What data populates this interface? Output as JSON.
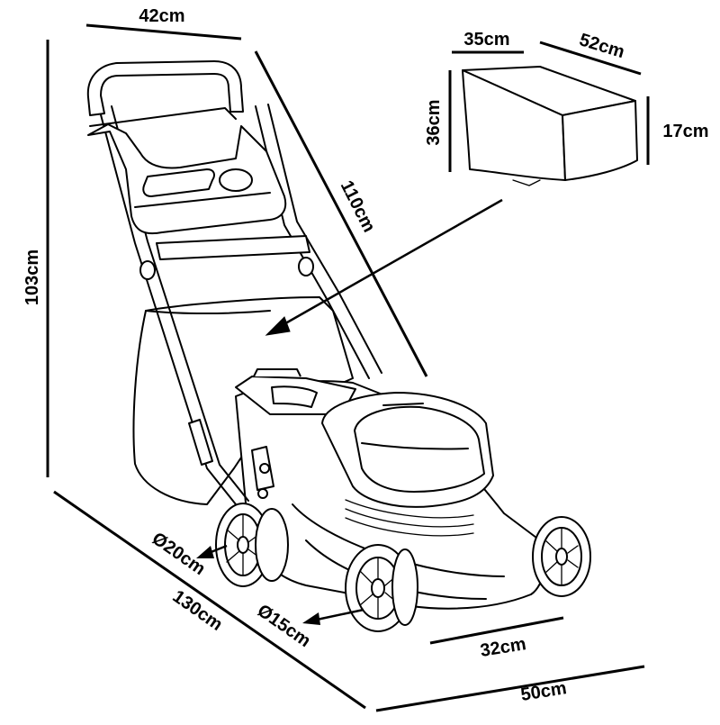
{
  "labels": {
    "handle_width": "42cm",
    "handle_length": "110cm",
    "total_height": "103cm",
    "total_length": "130cm",
    "total_width": "50cm",
    "cut_width": "32cm",
    "rear_wheel": "Ø20cm",
    "front_wheel": "Ø15cm",
    "box_depth": "35cm",
    "box_length": "52cm",
    "box_height_back": "36cm",
    "box_height_front": "17cm"
  }
}
